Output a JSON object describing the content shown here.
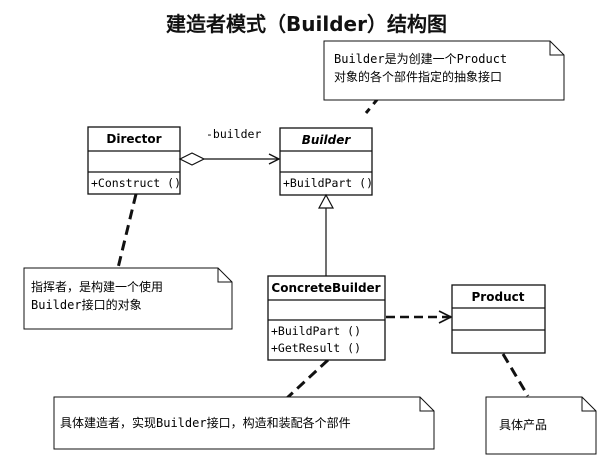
{
  "title": "建造者模式（Builder）结构图",
  "association_label": "-builder",
  "classes": {
    "director": {
      "name": "Director",
      "operations": [
        "+Construct ()"
      ]
    },
    "builder": {
      "name": "Builder",
      "operations": [
        "+BuildPart ()"
      ]
    },
    "concrete_builder": {
      "name": "ConcreteBuilder",
      "operations": [
        "+BuildPart ()",
        "+GetResult ()"
      ]
    },
    "product": {
      "name": "Product",
      "operations": []
    }
  },
  "notes": {
    "builder_note": [
      "Builder是为创建一个Product",
      "对象的各个部件指定的抽象接口"
    ],
    "director_note": [
      "指挥者，是构建一个使用",
      "Builder接口的对象"
    ],
    "concrete_note": [
      "具体建造者，实现Builder接口，构造和装配各个部件"
    ],
    "product_note": [
      "具体产品"
    ]
  },
  "colors": {
    "stroke": "#111111",
    "note_fill": "#ffffff",
    "background": "#ffffff"
  }
}
